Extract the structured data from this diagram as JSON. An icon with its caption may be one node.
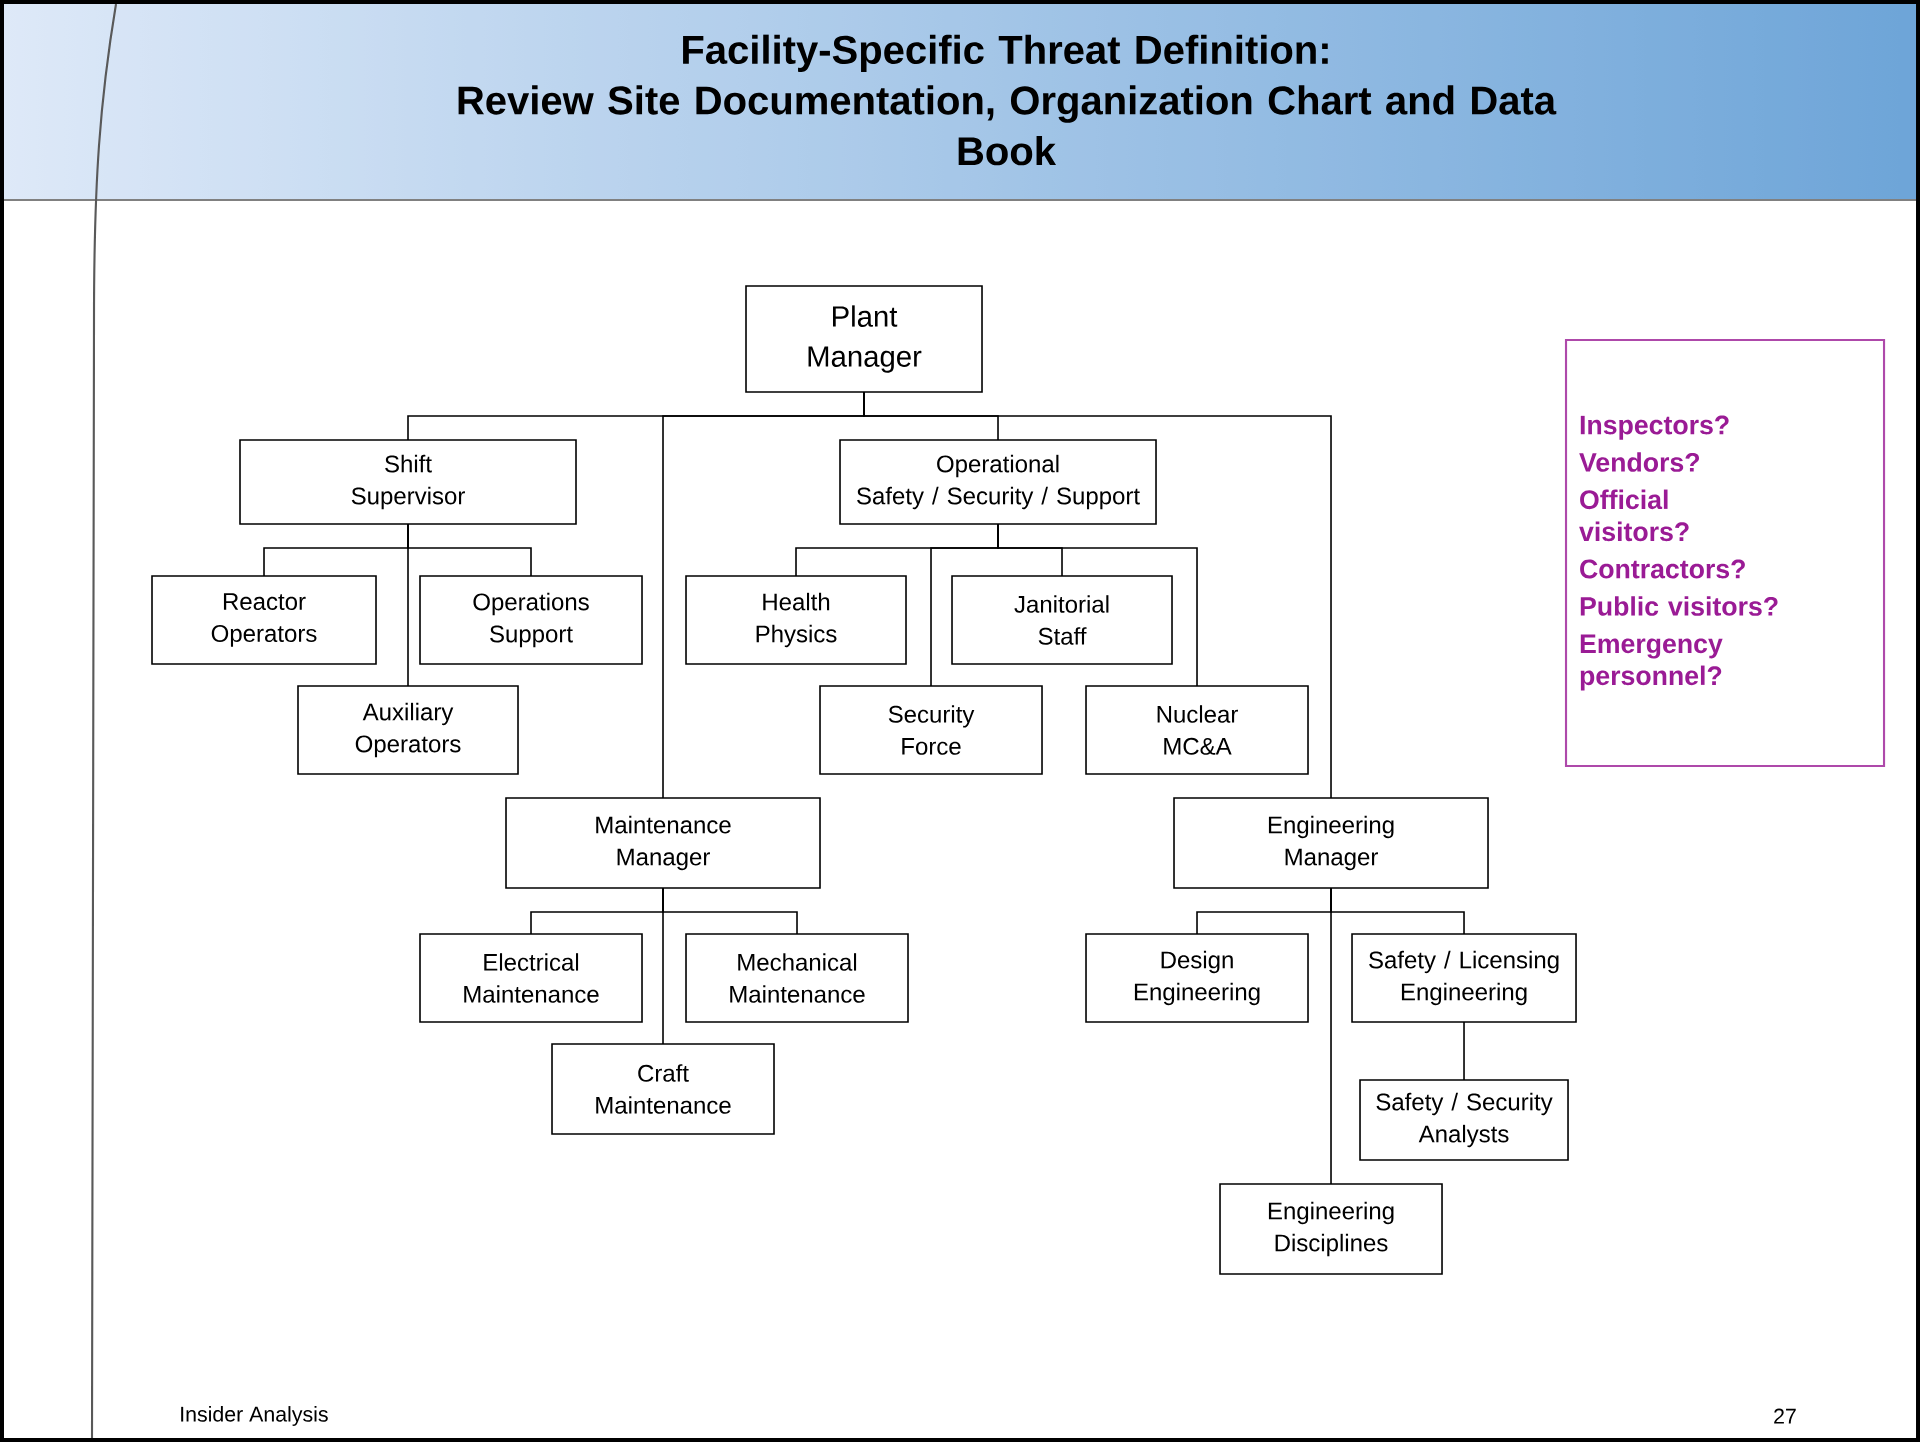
{
  "diagram": {
    "title": "Facility-Specific Threat Definition: Review Site Documentation, Organization Chart and Data Book",
    "nodes": [
      {
        "text": [
          "Plant Manager"
        ]
      },
      {
        "text": [
          "Shift Supervisor"
        ]
      },
      {
        "text": [
          "Operational Safety / Security / Support"
        ]
      },
      {
        "text": [
          "Reactor Operators"
        ]
      },
      {
        "text": [
          "Operations Support"
        ]
      },
      {
        "text": [
          "Auxiliary Operators"
        ]
      },
      {
        "text": [
          "Health Physics"
        ]
      },
      {
        "text": [
          "Janitorial Staff"
        ]
      },
      {
        "text": [
          "Security Force"
        ]
      },
      {
        "text": [
          "Nuclear MC&A"
        ]
      },
      {
        "text": [
          "Maintenance Manager"
        ]
      },
      {
        "text": [
          "Engineering Manager"
        ]
      },
      {
        "text": [
          "Electrical Maintenance"
        ]
      },
      {
        "text": [
          "Mechanical Maintenance"
        ]
      },
      {
        "text": [
          "Craft Maintenance"
        ]
      },
      {
        "text": [
          "Design Engineering"
        ]
      },
      {
        "text": [
          "Safety / Licensing Engineering"
        ]
      },
      {
        "text": [
          "Safety / Security Analysts"
        ]
      },
      {
        "text": [
          "Engineering Disciplines"
        ]
      },
      {
        "text": [
          "Inspectors?",
          "Vendors?",
          "Official visitors?",
          "Contractors?",
          "Public visitors?",
          "Emergency personnel?"
        ]
      }
    ],
    "edges": [
      {
        "from": 0,
        "to": 1,
        "arrow": "none"
      },
      {
        "from": 0,
        "to": 2,
        "arrow": "none"
      },
      {
        "from": 0,
        "to": 10,
        "arrow": "none"
      },
      {
        "from": 0,
        "to": 11,
        "arrow": "none"
      },
      {
        "from": 1,
        "to": 3,
        "arrow": "none"
      },
      {
        "from": 1,
        "to": 4,
        "arrow": "none"
      },
      {
        "from": 1,
        "to": 5,
        "arrow": "none"
      },
      {
        "from": 2,
        "to": 6,
        "arrow": "none"
      },
      {
        "from": 2,
        "to": 7,
        "arrow": "none"
      },
      {
        "from": 2,
        "to": 8,
        "arrow": "none"
      },
      {
        "from": 2,
        "to": 9,
        "arrow": "none"
      },
      {
        "from": 10,
        "to": 12,
        "arrow": "none"
      },
      {
        "from": 10,
        "to": 13,
        "arrow": "none"
      },
      {
        "from": 10,
        "to": 14,
        "arrow": "none"
      },
      {
        "from": 11,
        "to": 15,
        "arrow": "none"
      },
      {
        "from": 11,
        "to": 16,
        "arrow": "none"
      },
      {
        "from": 11,
        "to": 18,
        "arrow": "none"
      },
      {
        "from": 16,
        "to": 17,
        "arrow": "none"
      }
    ],
    "labels": [
      "Insider Analysis",
      "27"
    ]
  }
}
